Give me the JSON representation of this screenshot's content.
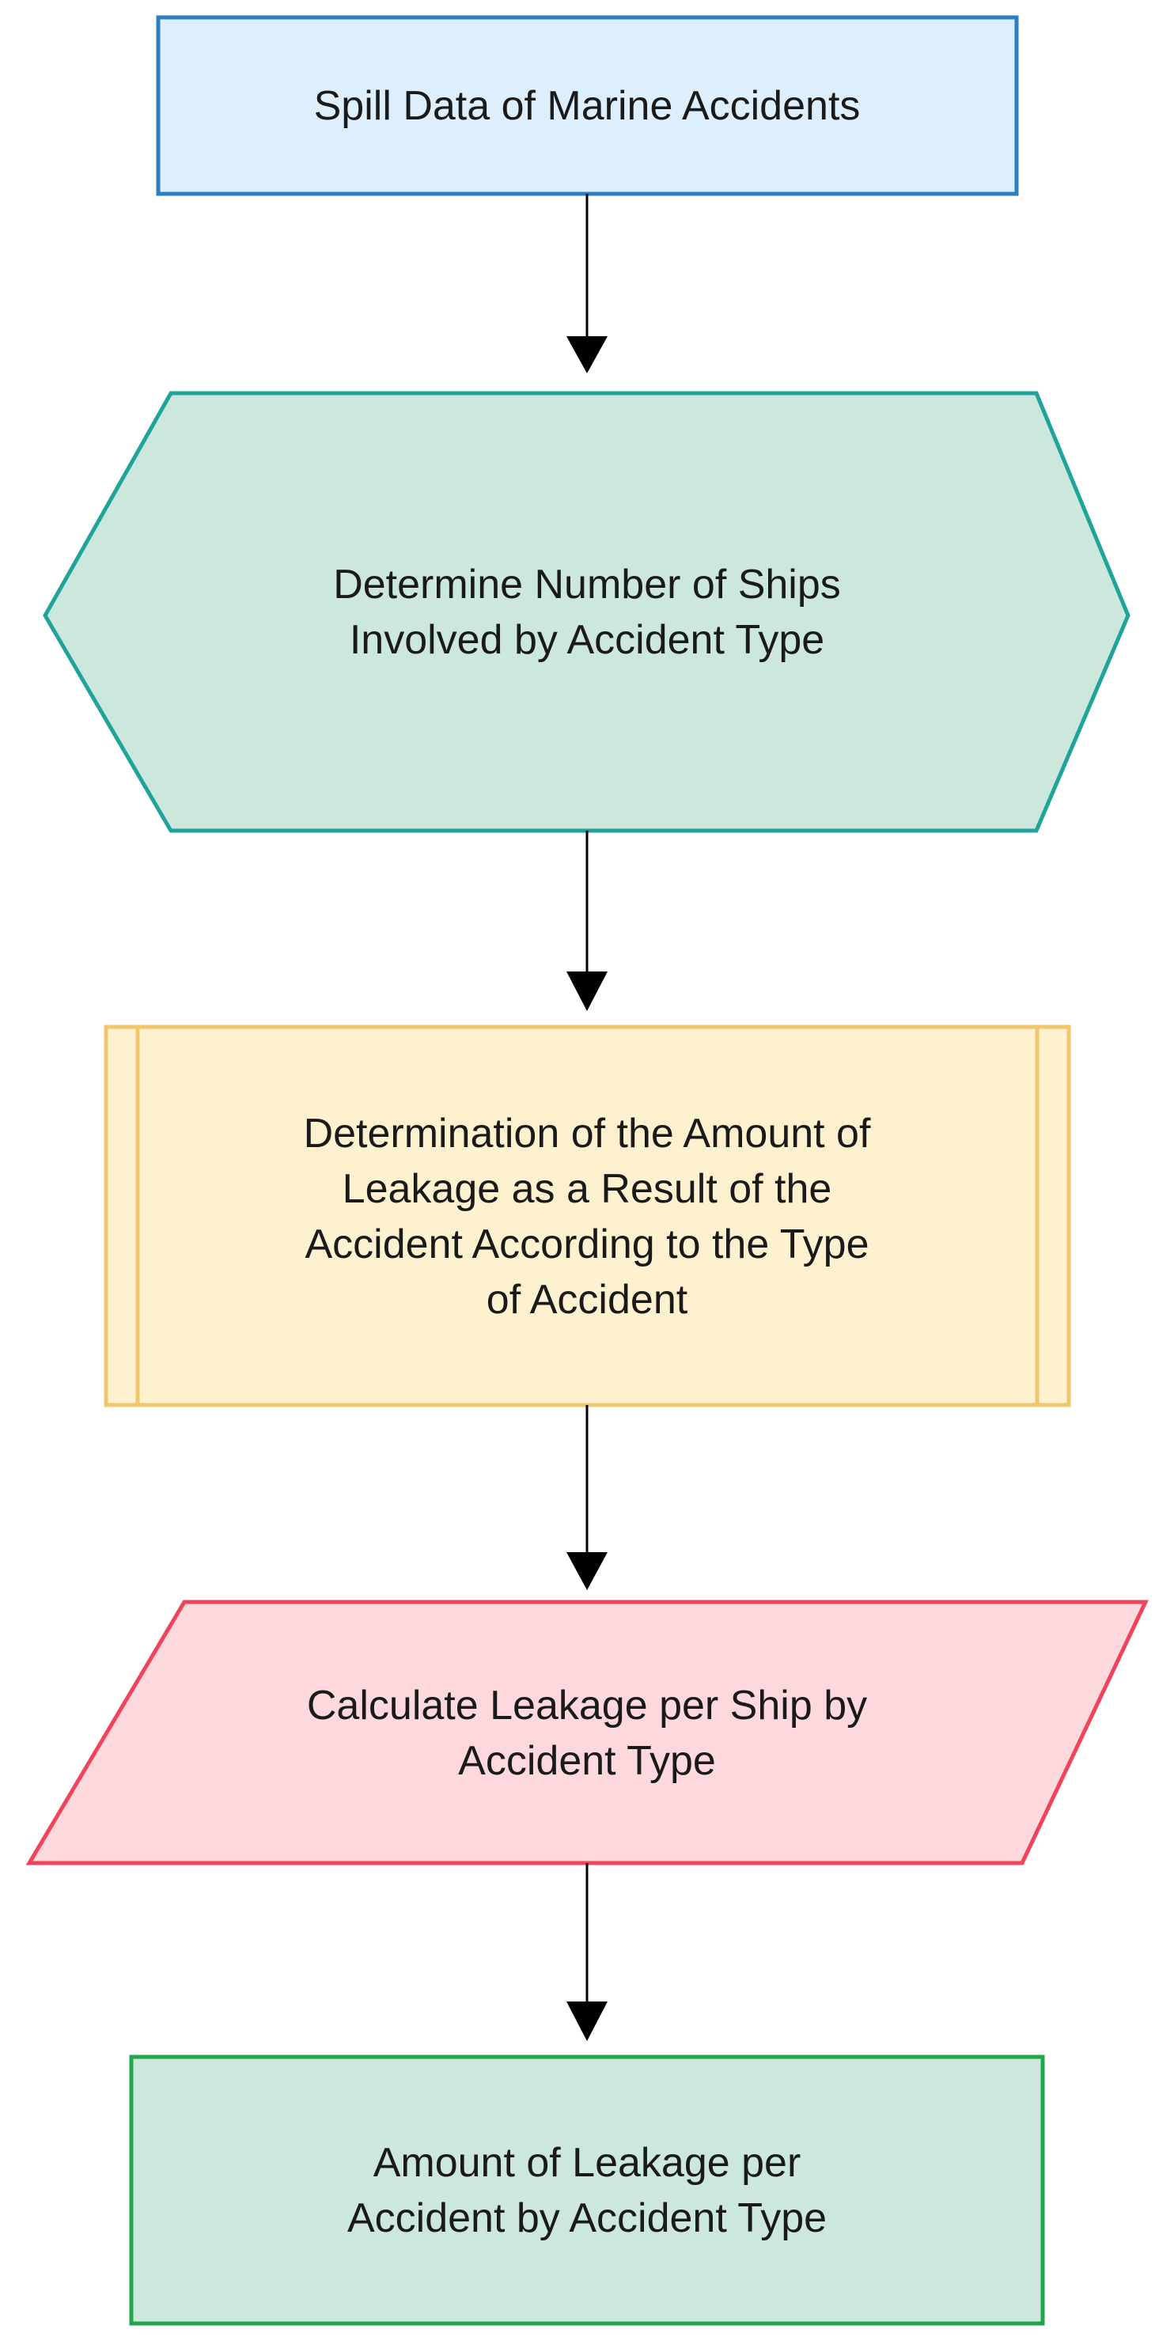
{
  "nodes": [
    {
      "id": "start",
      "shape": "rectangle",
      "lines": [
        "Spill Data of Marine Accidents"
      ],
      "fill": "#DDEFFC",
      "stroke": "#2E7FBF"
    },
    {
      "id": "preparation",
      "shape": "hexagon",
      "lines": [
        "Determine Number of Ships",
        "Involved by Accident Type"
      ],
      "fill": "#CCE8DC",
      "stroke": "#1FA39A"
    },
    {
      "id": "subprocess",
      "shape": "predefined-process",
      "lines": [
        "Determination of the Amount of",
        "Leakage as a Result of the",
        "Accident According to the Type",
        "of Accident"
      ],
      "fill": "#FDF1CF",
      "stroke": "#F2C66D"
    },
    {
      "id": "data",
      "shape": "parallelogram",
      "lines": [
        "Calculate Leakage per Ship by",
        "Accident Type"
      ],
      "fill": "#FDD9DD",
      "stroke": "#F0445A"
    },
    {
      "id": "result",
      "shape": "rectangle",
      "lines": [
        "Amount of Leakage per",
        "Accident by Accident Type"
      ],
      "fill": "#CCE8DC",
      "stroke": "#22A64A"
    }
  ],
  "edges": [
    {
      "from": "start",
      "to": "preparation"
    },
    {
      "from": "preparation",
      "to": "subprocess"
    },
    {
      "from": "subprocess",
      "to": "data"
    },
    {
      "from": "data",
      "to": "result"
    }
  ],
  "arrow_color": "#000000"
}
